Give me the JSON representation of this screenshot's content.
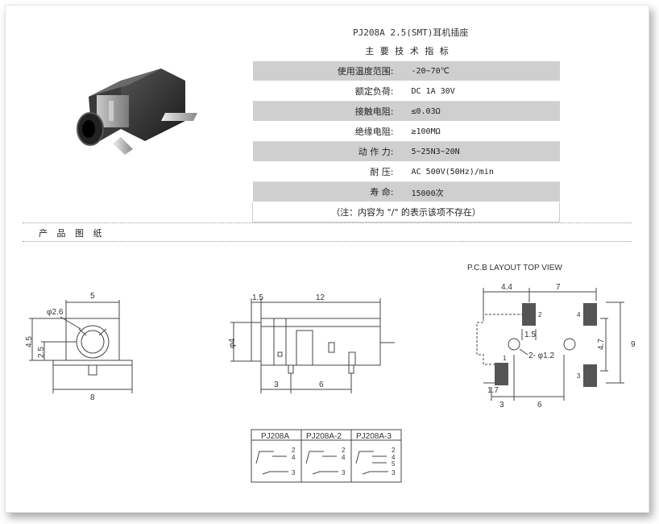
{
  "title": "PJ208A 2.5(SMT)耳机插座",
  "subtitle": "主 要 技 术 指 标",
  "specs": [
    {
      "key": "使用温度范围:",
      "value": "-20~70℃"
    },
    {
      "key": "额定负荷:",
      "value": "DC 1A 30V"
    },
    {
      "key": "接触电阻:",
      "value": "≤0.03Ω"
    },
    {
      "key": "绝缘电阻:",
      "value": "≥100MΩ"
    },
    {
      "key": "动 作 力:",
      "value": "5~25N3~20N"
    },
    {
      "key": "耐    压:",
      "value": "AC 500V(50Hz)/min"
    },
    {
      "key": "寿    命:",
      "value": "15000次"
    }
  ],
  "note": "（注：内容为 \"/\" 的表示该项不存在）",
  "section_title": "产 品 图 纸",
  "front_view": {
    "width": "5",
    "hole": "φ2.6",
    "height": "4.5",
    "center": "2.5",
    "base": "8"
  },
  "side_view": {
    "lead": "1.5",
    "length": "12",
    "dia": "φ4",
    "pin_a": "3",
    "pin_b": "6"
  },
  "pcb": {
    "header": "P.C.B LAYOUT    TOP VIEW",
    "dim_left": "4.4",
    "dim_top": "7",
    "dim_pad": "1.5",
    "holes": "2- φ1.2",
    "dim_right_inner": "4.7",
    "dim_right": "9",
    "dim_pad_w": "1.7",
    "dim_bottom_a": "3",
    "dim_bottom_b": "6",
    "pins": [
      "1",
      "2",
      "3",
      "4"
    ]
  },
  "variants": {
    "headers": [
      "PJ208A",
      "PJ208A-2",
      "PJ208A-3"
    ],
    "pins": [
      [
        "2",
        "4",
        "3"
      ],
      [
        "2",
        "4",
        "3"
      ],
      [
        "2",
        "4",
        "5",
        "3"
      ]
    ]
  }
}
